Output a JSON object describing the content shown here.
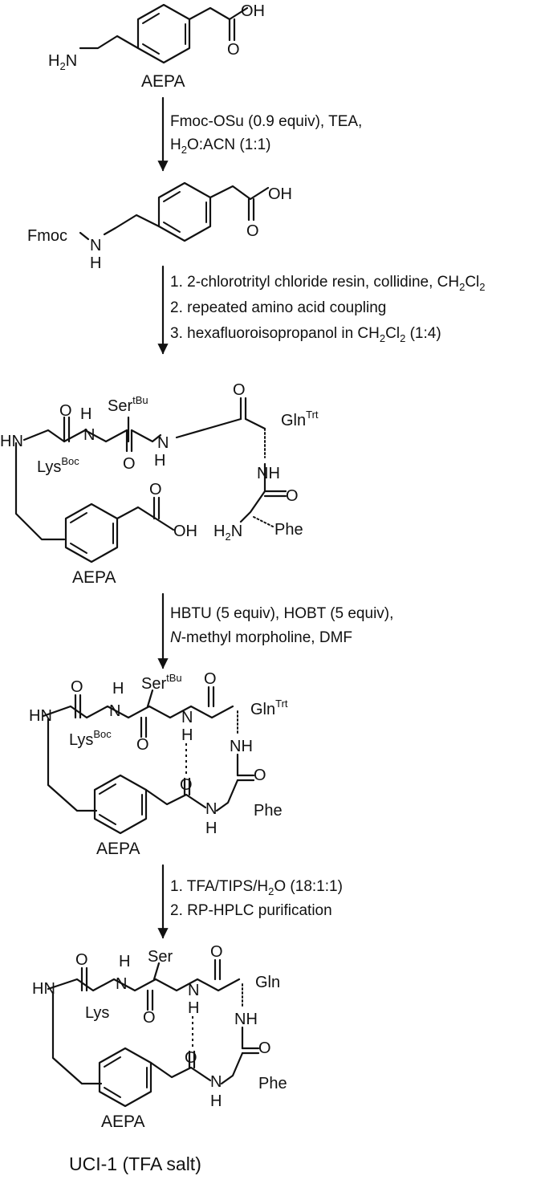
{
  "compounds": {
    "aepa": {
      "label": "AEPA",
      "amine_h": "H",
      "amine_sub": "2",
      "amine_n": "N",
      "acid_oh": "OH",
      "acid_o": "O"
    },
    "fmoc_aepa": {
      "fmoc": "Fmoc",
      "n": "N",
      "h": "H",
      "acid_oh": "OH",
      "acid_o": "O"
    },
    "linear": {
      "o1": "O",
      "h1": "H",
      "ser": "Ser",
      "ser_pg": "tBu",
      "o2": "O",
      "gln": "Gln",
      "gln_pg": "Trt",
      "hn": "HN",
      "n1": "N",
      "n2": "N",
      "lys": "Lys",
      "lys_pg": "Boc",
      "o3": "O",
      "h2": "H",
      "nh": "NH",
      "o4": "O",
      "o5": "O",
      "oh": "OH",
      "amine_h": "H",
      "amine_sub": "2",
      "amine_n": "N",
      "phe": "Phe",
      "label": "AEPA"
    },
    "cyclic_protected": {
      "o1": "O",
      "h1": "H",
      "ser": "Ser",
      "ser_pg": "tBu",
      "o2": "O",
      "gln": "Gln",
      "gln_pg": "Trt",
      "hn": "HN",
      "n1": "N",
      "n2": "N",
      "lys": "Lys",
      "lys_pg": "Boc",
      "o3": "O",
      "h2": "H",
      "nh": "NH",
      "o4": "O",
      "o5": "O",
      "n3": "N",
      "h3": "H",
      "phe": "Phe",
      "label": "AEPA"
    },
    "uci1": {
      "o1": "O",
      "h1": "H",
      "ser": "Ser",
      "o2": "O",
      "gln": "Gln",
      "hn": "HN",
      "n1": "N",
      "n2": "N",
      "lys": "Lys",
      "o3": "O",
      "h2": "H",
      "nh": "NH",
      "o4": "O",
      "o5": "O",
      "n3": "N",
      "h3": "H",
      "phe": "Phe",
      "label": "AEPA",
      "title": "UCI-1 (TFA salt)"
    }
  },
  "steps": [
    {
      "line1": "Fmoc-OSu (0.9 equiv), TEA,",
      "line2_a": "H",
      "line2_sub": "2",
      "line2_b": "O:ACN (1:1)"
    },
    {
      "line1_a": "1. 2-chlorotrityl chloride resin, collidine, CH",
      "line1_sub1": "2",
      "line1_b": "Cl",
      "line1_sub2": "2",
      "line2": "2. repeated amino acid coupling",
      "line3_a": "3. hexafluoroisopropanol in CH",
      "line3_sub1": "2",
      "line3_b": "Cl",
      "line3_sub2": "2",
      "line3_c": " (1:4)"
    },
    {
      "line1": "HBTU (5 equiv), HOBT (5 equiv),",
      "line2_italic": "N",
      "line2_rest": "-methyl morpholine, DMF"
    },
    {
      "line1_a": "1. TFA/TIPS/H",
      "line1_sub": "2",
      "line1_b": "O (18:1:1)",
      "line2": "2. RP-HPLC purification"
    }
  ]
}
